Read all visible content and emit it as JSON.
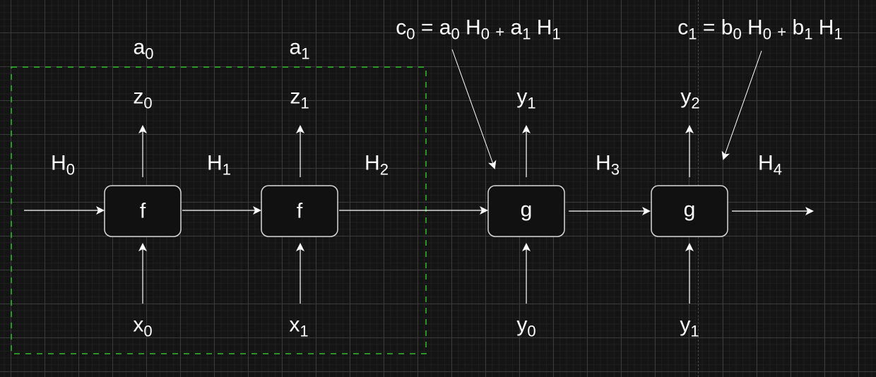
{
  "diagram": {
    "colors": {
      "background": "#141414",
      "stroke": "#ffffff",
      "node_stroke": "#d9d9d9",
      "group_border": "#2ebd2e",
      "grid_major": "#3a3a3a",
      "grid_minor": "#1f1f1f"
    },
    "group": {
      "name": "encoder-group",
      "border_style": "dashed-green"
    },
    "nodes": [
      {
        "id": "f0",
        "label": "f"
      },
      {
        "id": "f1",
        "label": "f"
      },
      {
        "id": "g0",
        "label": "g"
      },
      {
        "id": "g1",
        "label": "g"
      }
    ],
    "hidden_states": [
      {
        "base": "H",
        "sub": "0"
      },
      {
        "base": "H",
        "sub": "1"
      },
      {
        "base": "H",
        "sub": "2"
      },
      {
        "base": "H",
        "sub": "3"
      },
      {
        "base": "H",
        "sub": "4"
      }
    ],
    "encoder_outputs_z": [
      {
        "base": "z",
        "sub": "0"
      },
      {
        "base": "z",
        "sub": "1"
      }
    ],
    "attention_weights_a": [
      {
        "base": "a",
        "sub": "0"
      },
      {
        "base": "a",
        "sub": "1"
      }
    ],
    "encoder_inputs": [
      {
        "base": "x",
        "sub": "0"
      },
      {
        "base": "x",
        "sub": "1"
      }
    ],
    "decoder_inputs": [
      {
        "base": "y",
        "sub": "0"
      },
      {
        "base": "y",
        "sub": "1"
      }
    ],
    "decoder_outputs": [
      {
        "base": "y",
        "sub": "1"
      },
      {
        "base": "y",
        "sub": "2"
      }
    ],
    "context_equations": [
      {
        "lhs": {
          "base": "c",
          "sub": "0"
        },
        "equals": "=",
        "term1": {
          "coef": "a",
          "coef_sub": "0",
          "var": "H",
          "var_sub": "0"
        },
        "plus": "+",
        "term2": {
          "coef": "a",
          "coef_sub": "1",
          "var": "H",
          "var_sub": "1"
        }
      },
      {
        "lhs": {
          "base": "c",
          "sub": "1"
        },
        "equals": "=",
        "term1": {
          "coef": "b",
          "coef_sub": "0",
          "var": "H",
          "var_sub": "0"
        },
        "plus": "+",
        "term2": {
          "coef": "b",
          "coef_sub": "1",
          "var": "H",
          "var_sub": "1"
        }
      }
    ]
  }
}
